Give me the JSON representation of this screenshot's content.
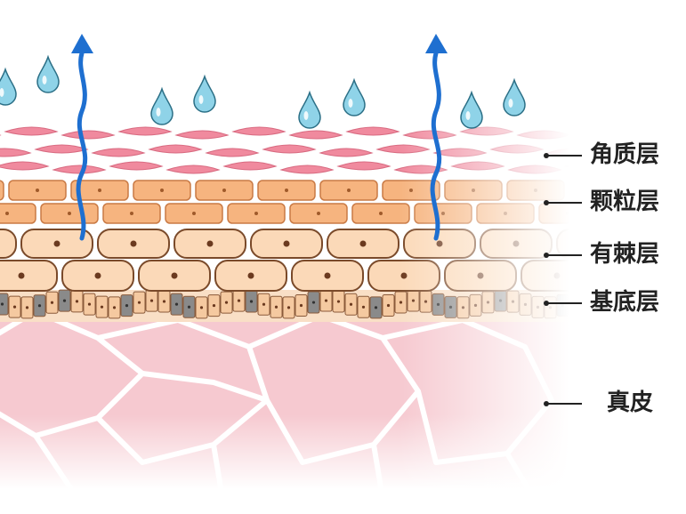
{
  "labels": {
    "stratum_corneum": "角质层",
    "stratum_granulosum": "颗粒层",
    "stratum_spinosum": "有棘层",
    "stratum_basale": "基底层",
    "dermis": "真皮"
  },
  "icons": {
    "droplet": "water-droplet-icon",
    "arrow": "upward-arrow-icon"
  },
  "colors": {
    "droplet": "#8fd3e8",
    "droplet_stroke": "#2b6f86",
    "arrow": "#1e6fd0",
    "corneum": "#f08a9e",
    "granulosum_fill": "#f6b47f",
    "granulosum_stroke": "#c97a45",
    "spinosum_fill": "#fbd9b8",
    "spinosum_stroke": "#7a4a2a",
    "nucleus": "#6b3a1f",
    "basal_fill": "#f5c9a0",
    "basal_gray": "#8a8a8a",
    "dermis": "#f6c9d0"
  }
}
